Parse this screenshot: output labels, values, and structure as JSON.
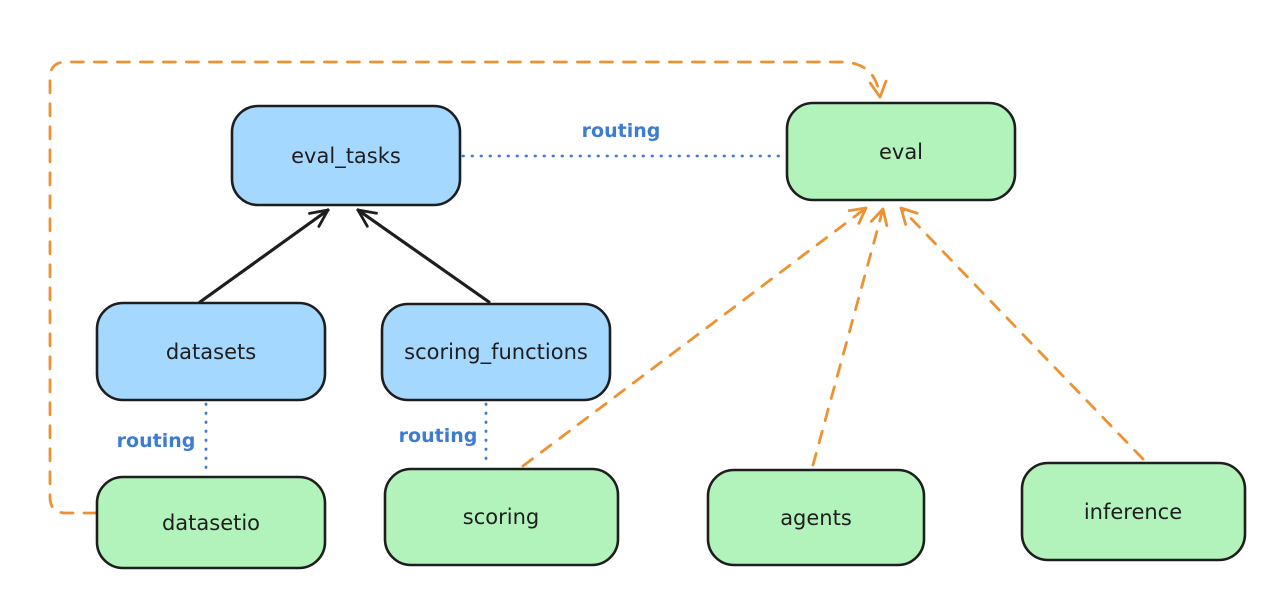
{
  "diagram": {
    "type": "architecture-diagram",
    "nodes": {
      "eval_tasks": {
        "label": "eval_tasks",
        "kind": "resource",
        "fill": "#a5d8ff"
      },
      "eval": {
        "label": "eval",
        "kind": "provider",
        "fill": "#b2f2bb"
      },
      "datasets": {
        "label": "datasets",
        "kind": "resource",
        "fill": "#a5d8ff"
      },
      "scoring_functions": {
        "label": "scoring_functions",
        "kind": "resource",
        "fill": "#a5d8ff"
      },
      "datasetio": {
        "label": "datasetio",
        "kind": "provider",
        "fill": "#b2f2bb"
      },
      "scoring": {
        "label": "scoring",
        "kind": "provider",
        "fill": "#b2f2bb"
      },
      "agents": {
        "label": "agents",
        "kind": "provider",
        "fill": "#b2f2bb"
      },
      "inference": {
        "label": "inference",
        "kind": "provider",
        "fill": "#b2f2bb"
      }
    },
    "edge_labels": {
      "routing_eval_tasks_eval": "routing",
      "routing_datasets_datasetio": "routing",
      "routing_scoring_functions_scoring": "routing"
    },
    "edges": [
      {
        "from": "datasets",
        "to": "eval_tasks",
        "style": "solid",
        "arrow": true,
        "color": "black"
      },
      {
        "from": "scoring_functions",
        "to": "eval_tasks",
        "style": "solid",
        "arrow": true,
        "color": "black"
      },
      {
        "from": "eval_tasks",
        "to": "eval",
        "style": "dotted",
        "arrow": false,
        "color": "blue",
        "label": "routing"
      },
      {
        "from": "datasets",
        "to": "datasetio",
        "style": "dotted",
        "arrow": false,
        "color": "blue",
        "label": "routing"
      },
      {
        "from": "scoring_functions",
        "to": "scoring",
        "style": "dotted",
        "arrow": false,
        "color": "blue",
        "label": "routing"
      },
      {
        "from": "datasetio",
        "to": "eval",
        "style": "dashed",
        "arrow": true,
        "color": "orange"
      },
      {
        "from": "scoring",
        "to": "eval",
        "style": "dashed",
        "arrow": true,
        "color": "orange"
      },
      {
        "from": "agents",
        "to": "eval",
        "style": "dashed",
        "arrow": true,
        "color": "orange"
      },
      {
        "from": "inference",
        "to": "eval",
        "style": "dashed",
        "arrow": true,
        "color": "orange"
      }
    ],
    "colors": {
      "blue_fill": "#a5d8ff",
      "green_fill": "#b2f2bb",
      "stroke": "#1e1e1e",
      "routing_blue": "#3d7cd1",
      "orange": "#eb9234",
      "background": "#ffffff"
    }
  }
}
